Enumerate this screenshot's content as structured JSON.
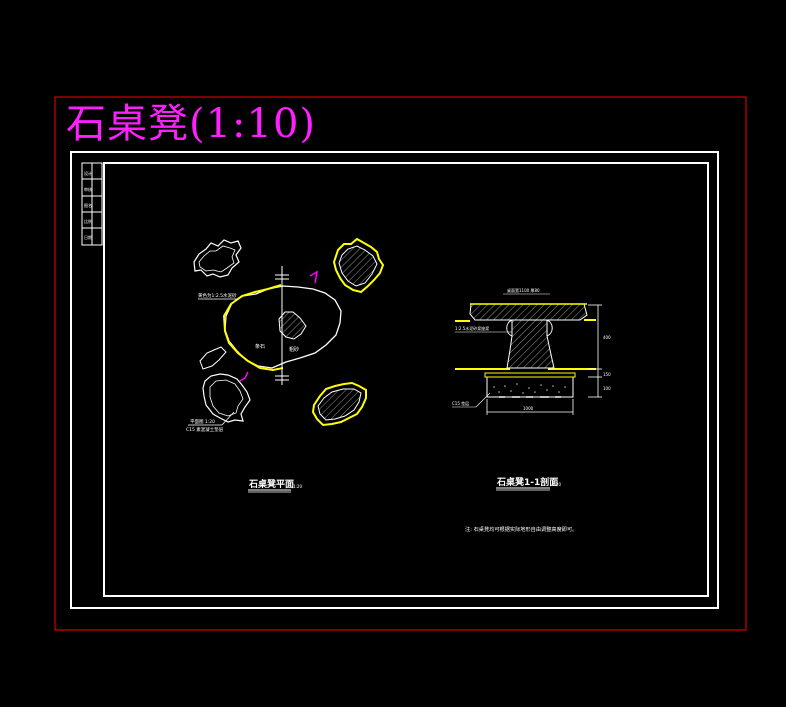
{
  "sheet": {
    "title": "石桌凳(1:10)",
    "colors": {
      "background": "#000000",
      "outer_border": "#ff0000",
      "title": "#ff1fff",
      "frame": "#ffffff",
      "highlight": "#ffff00",
      "marker": "#ff00ff"
    }
  },
  "plan": {
    "caption": "石桌凳平面",
    "scale_note": "1:20",
    "label_a": "条石",
    "label_b": "粗砂",
    "note_top": "黄色为1:2.5水泥砂",
    "note_bottom": "平面图 1:20",
    "note_bottom2": "C15 素混凝土垫层"
  },
  "section": {
    "caption": "石桌凳1-1剖面",
    "scale_note": "1:20",
    "top_label": "桌面宽1100 厚80",
    "side_label": "1:2.5水泥砂浆座浆",
    "base_label": "C15 垫层",
    "dim_upper": "400",
    "dim_mid": "150",
    "dim_low": "100",
    "dim_bottom": "1000",
    "note": "注: 石桌凳均可根据实际地形自由调整高度即可。"
  },
  "title_block": {
    "cells": [
      "设计",
      "审核",
      "图名",
      "比例",
      "日期"
    ]
  }
}
